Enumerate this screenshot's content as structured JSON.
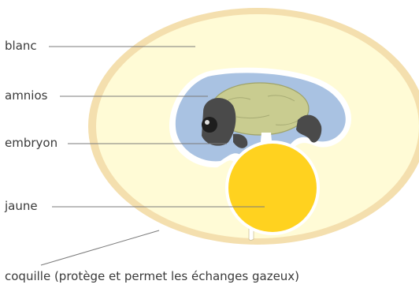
{
  "labels": {
    "blanc": "blanc",
    "amnios": "amnios",
    "embryon": "embryon",
    "jaune": "jaune",
    "coquille": "coquille (protège et permet les échanges gazeux)"
  }
}
